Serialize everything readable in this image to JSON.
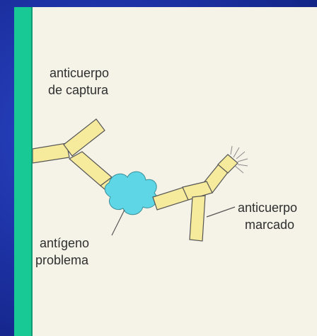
{
  "labels": {
    "capture_antibody_line1": "anticuerpo",
    "capture_antibody_line2": "de captura",
    "antigen_line1": "antígeno",
    "antigen_line2": "problema",
    "labeled_antibody_line1": "anticuerpo",
    "labeled_antibody_line2": "marcado"
  },
  "colors": {
    "background": "#1b2f9f",
    "side_bar": "#19c995",
    "panel": "#f5f3e8",
    "antibody_fill": "#f6ea9c",
    "antigen_fill": "#5fd6e6",
    "outline": "#555555"
  }
}
